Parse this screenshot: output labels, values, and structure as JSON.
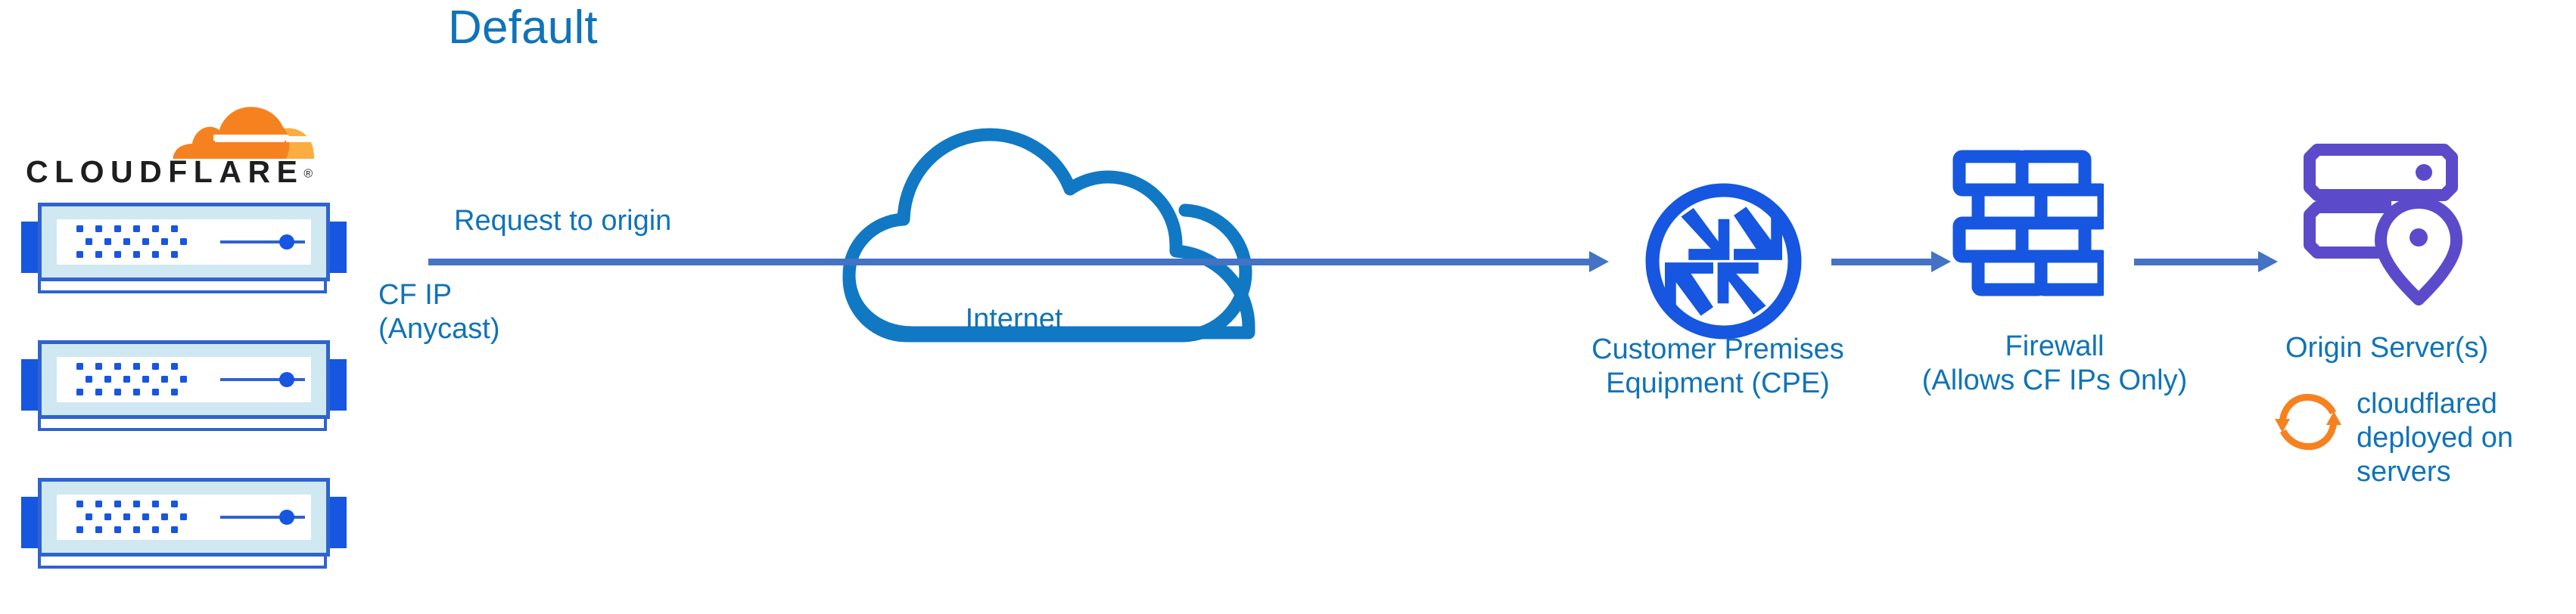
{
  "title": "Default",
  "colors": {
    "title_blue": "#1073B8",
    "label_blue": "#1073B8",
    "arrow_blue": "#4472C4",
    "cloud_blue": "#1178C4",
    "device_blue": "#1656E0",
    "origin_purple": "#5B4BCB",
    "cloudflare_orange": "#F6821F",
    "cloudflare_orange_light": "#FBAD41",
    "wordmark_black": "#1E1E1E",
    "background": "#FFFFFF"
  },
  "brand": {
    "wordmark": "CLOUDFLARE",
    "registered_mark": "®",
    "logo_icon": "cloudflare-cloud-logo"
  },
  "edge": {
    "rack_count": 3,
    "rack_icon": "server-rack-icon"
  },
  "labels": {
    "request_to_origin": "Request to origin",
    "cf_ip_line1": "CF IP",
    "cf_ip_line2": "(Anycast)",
    "internet": "Internet",
    "cpe_line1": "Customer Premises",
    "cpe_line2": "Equipment (CPE)",
    "firewall_line1": "Firewall",
    "firewall_line2": "(Allows CF IPs Only)",
    "origin_server": "Origin Server(s)",
    "cloudflared_line1": "cloudflared",
    "cloudflared_line2": "deployed on",
    "cloudflared_line3": "servers"
  },
  "icons": {
    "internet": "internet-cloud-icon",
    "cpe": "router-converging-arrows-icon",
    "firewall": "brick-wall-icon",
    "origin": "server-stack-location-pin-icon",
    "cloudflared": "sync-refresh-arrows-icon"
  },
  "flow": {
    "steps": [
      "Cloudflare Edge",
      "Internet",
      "Customer Premises Equipment (CPE)",
      "Firewall (Allows CF IPs Only)",
      "Origin Server(s)"
    ],
    "arrows": [
      {
        "name": "edge-to-cpe",
        "label": "Request to origin"
      },
      {
        "name": "cpe-to-firewall",
        "label": ""
      },
      {
        "name": "firewall-to-origin",
        "label": ""
      }
    ]
  }
}
